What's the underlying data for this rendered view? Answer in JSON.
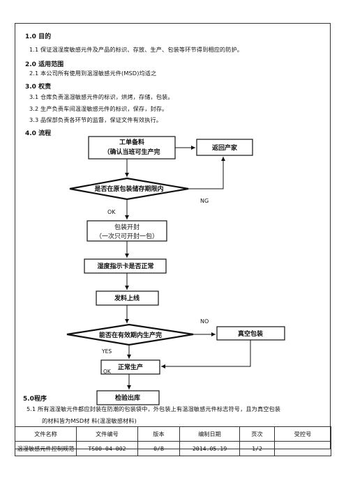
{
  "sections": {
    "purpose": {
      "title": "1.0 目的",
      "items": [
        "1.1 保证温湿度敏感元件及产品的标识、存放、生产、包装等环节得到相应的防护。"
      ]
    },
    "scope": {
      "title": "2.0 适用范围",
      "items": [
        "2.1 本公司所有使用到温湿敏感元件(MSD)均适之"
      ]
    },
    "responsibility": {
      "title": "3.0 权责",
      "items": [
        "3.1 仓库负责温湿敏感元件的标识，烘烤，存储，包装。",
        "3.2 生产负责车间温湿敏感元件的标识，保存，封存。",
        "3.3 品保部负责各环节的监督，保证文件有效执行。"
      ]
    },
    "flow": {
      "title": "4.0 流程"
    },
    "procedure": {
      "title": "5.0程序",
      "items": [
        "5.1 所有温湿敏元件都应封装在防潮的包装袋中，外包装上有温湿敏感元件标志符号，且为真空包装",
        "的材料皆为MSD材 料(温湿敏感材料)"
      ]
    }
  },
  "flowchart": {
    "start_line1": "工单备料",
    "start_line2": "（确认当班可生产完",
    "return_vendor": "返回产家",
    "decision1": "是否在原包装储存期限内",
    "ng_label": "NG",
    "ok_label1": "OK",
    "unpack_line1": "包装开封",
    "unpack_line2": "（一次只可开封一包）",
    "humidity_card": "湿度指示卡是否正常",
    "issue_material": "发料上线",
    "decision2": "能否在有效期内生产完",
    "no_label": "NO",
    "vacuum_pack": "真空包装",
    "yes_label": "YES",
    "normal_production": "正常生产",
    "ok_label2": "OK",
    "inspect_ship": "检验出库"
  },
  "footer": {
    "headers": [
      "文件名称",
      "文件编号",
      "版本",
      "编制日期",
      "页次",
      "受控号"
    ],
    "values": [
      "温湿敏感元件控制规范",
      "TS00-04-002",
      "0/B",
      "2014.05.19",
      "1/2",
      ""
    ]
  }
}
